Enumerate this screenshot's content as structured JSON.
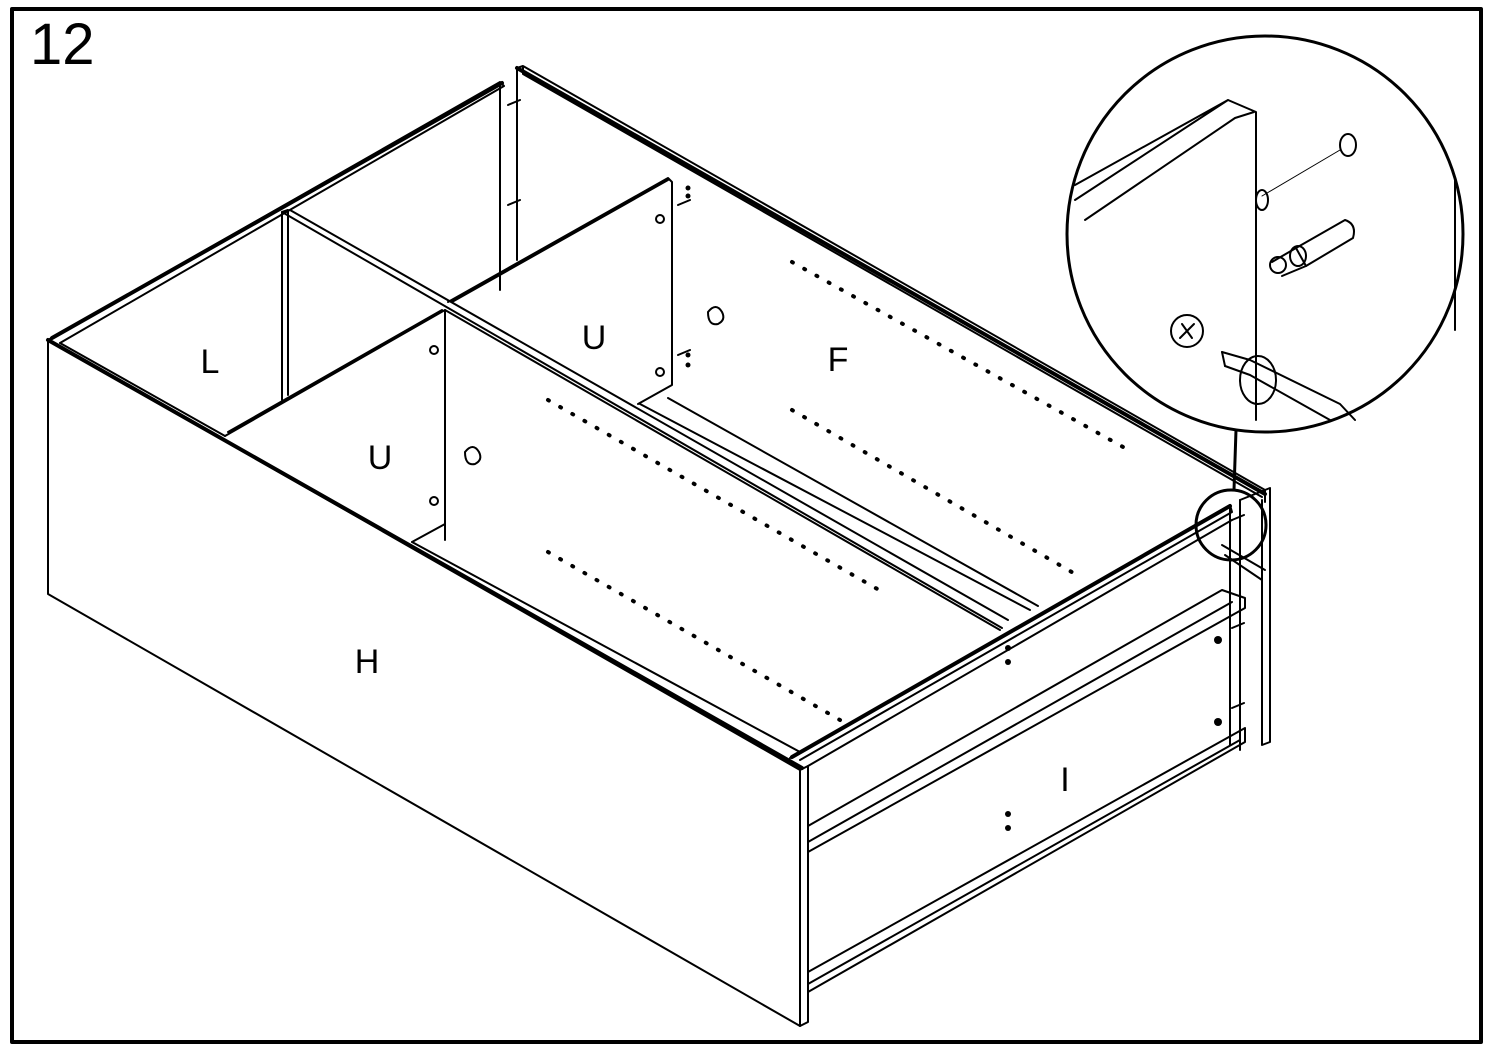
{
  "step": {
    "number": "12"
  },
  "parts": [
    {
      "id": "L",
      "label": "L"
    },
    {
      "id": "U1",
      "label": "U"
    },
    {
      "id": "U2",
      "label": "U"
    },
    {
      "id": "F",
      "label": "F"
    },
    {
      "id": "H",
      "label": "H"
    },
    {
      "id": "I",
      "label": "I"
    }
  ],
  "detail_callout": {
    "icons": [
      "screwdriver-icon",
      "cam-lock-icon",
      "cam-bolt-icon",
      "wooden-dowel-icon"
    ]
  },
  "colors": {
    "line": "#000000",
    "background": "#ffffff"
  }
}
